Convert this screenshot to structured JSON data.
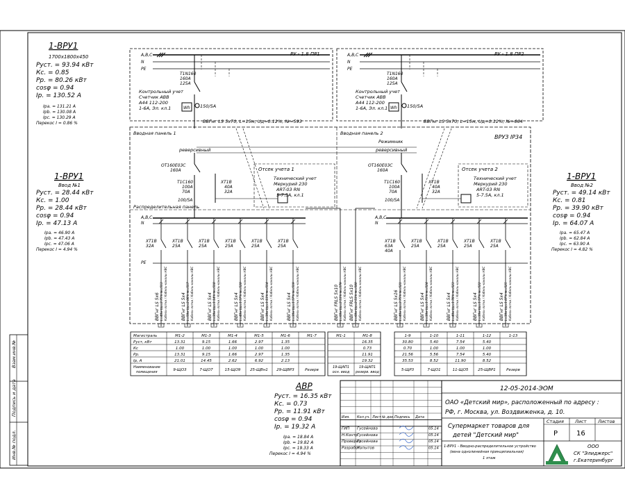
{
  "input1": {
    "title": "1-ВРУ1",
    "size": "1700х1800х450",
    "params": [
      "Руст. = 93.94 кВт",
      "Кс. = 0.85",
      "Рр. = 80.26 кВт",
      "cosφ = 0.94",
      "Iр. = 130.52 А"
    ],
    "phases": [
      "Iрa. = 131.21 А",
      "Iрb. = 130.08 А",
      "Iрc. = 130.29 А",
      "Перекос I = 0.86 %"
    ]
  },
  "left_vvod": {
    "title": "1-ВРУ1",
    "sub": "Ввод №1",
    "params": [
      "Руст. = 28.44 кВт",
      "Кс. = 1.00",
      "Рр. = 28.44 кВт",
      "cosφ = 0.94",
      "Iр. = 47.13 А"
    ],
    "phases": [
      "Iрa. = 46.90 А",
      "Iрb. = 47.43 А",
      "Iрc. = 47.06 А",
      "Перекос I = 4.94 %"
    ]
  },
  "right_vvod": {
    "title": "1-ВРУ1",
    "sub": "Ввод №2",
    "params": [
      "Руст. = 49.14 кВт",
      "Кс. = 0.81",
      "Рр. = 39.90 кВт",
      "cosφ = 0.94",
      "Iр. = 64.07 А"
    ],
    "phases": [
      "Iрa. = 65.47 А",
      "Iрb. = 62.84 А",
      "Iрc. = 63.90 А",
      "Перекос I = 4.82 %"
    ]
  },
  "avr": {
    "title": "АВР",
    "params": [
      "Руст. = 16.35 кВт",
      "Кс. = 0.73",
      "Рр. = 11.91 кВт",
      "cosφ = 0.94",
      "Iр. = 19.32 А"
    ],
    "phases": [
      "Iрa. = 18.84 А",
      "Iрb. = 19.82 А",
      "Iрc. = 19.33 А",
      "Перекос I = 4.94 %"
    ]
  },
  "rp1": {
    "ru": "РУ - 1.8 ПР1",
    "bus": [
      "A,B,C",
      "N",
      "PE"
    ],
    "breaker": [
      "T1N160",
      "160А",
      "125А"
    ],
    "meter": [
      "Контрольный учет",
      "Счетчик ABB",
      "А44 112-200",
      "1-6А, Эл. кл.1"
    ],
    "wh": "Wh",
    "ct": "150/5А",
    "cable": "ВВГнг LS 5х70, L=15м, Uд=0.12%, №=593"
  },
  "rp2": {
    "ru": "РУ - 1.8 ПР2",
    "bus": [
      "A,B,C",
      "N",
      "PE"
    ],
    "breaker": [
      "T1N160",
      "160А",
      "125А"
    ],
    "meter": [
      "Контрольный учет",
      "Счетчик ABB",
      "А44 112-200",
      "1-6А, Эл. кл.1"
    ],
    "wh": "Wh",
    "ct": "150/5А",
    "cable": "ВВГнг LS 5х70, L=15м, Uд=0.12%, №=664"
  },
  "panel": {
    "vvod1": "Вводная панель 1",
    "vvod2": "Вводная панель 2",
    "vru": "ВРУЗ IP34",
    "mode": "Режимник",
    "rev": "реверсивный",
    "dist": "Распределительная панель",
    "ot1": [
      "OT160E03C",
      "160А"
    ],
    "ot2": [
      "OT160E03C",
      "160А"
    ],
    "t1": [
      "T1C160",
      "100А",
      "70А"
    ],
    "t2": [
      "T1C160",
      "100А",
      "70А"
    ],
    "x1": [
      "XT1B",
      "40А",
      "32А"
    ],
    "x2": [
      "XT1B",
      "40А",
      "32А"
    ],
    "otsek1": "Отсек учета 1",
    "otsek2": "Отсек учета 2",
    "tech": [
      "Технический учет",
      "Меркурий 230",
      "ART-03 RN",
      "5-7.5А, кл.1"
    ],
    "ct1": "100/5А",
    "ct2": "100/5А",
    "bus_left": [
      "A,B,C",
      "N"
    ],
    "bus_right": [
      "A,B,C",
      "N"
    ],
    "pe": "PE"
  },
  "left_breakers": [
    [
      "XT1B",
      "32А"
    ],
    [
      "XT1B",
      "25А"
    ],
    [
      "XT1B",
      "25А"
    ],
    [
      "XT1B",
      "25А"
    ],
    [
      "XT1B",
      "25А"
    ],
    [
      "XT1B",
      "25А"
    ]
  ],
  "right_breakers": [
    [
      "XT1B",
      "63А",
      "40А"
    ],
    [
      "XT1B",
      "25А"
    ],
    [
      "XT1B",
      "25А"
    ],
    [
      "XT1B",
      "25А"
    ],
    [
      "XT1B",
      "25А"
    ]
  ],
  "left_cables": [
    [
      "ВВГнг LS 5х6",
      "L=40м Uд=2.75% №=513",
      "Кабель-лотки / Кабель-каналы НВС"
    ],
    [
      "ВВГнг LS 5х4",
      "L=50м Uд=2.08% №=517",
      "Кабель-лотки / Кабель-каналы НВС"
    ],
    [
      "ВВГнг LS 5х4",
      "L=30м Uд=1.14% №=518",
      "Кабель-лотки / Кабель-каналы НВС"
    ],
    [
      "ВВГнг LS 5х4",
      "L=40м Uд=1.57% №=520",
      "Кабель-лотки / Кабель-каналы НВС"
    ],
    [
      "ВВГнг LS 5х4",
      "L=30м Uд=1.13% №=514",
      "Кабель-лотки / Кабель-каналы НВС"
    ],
    [
      "ВВГнг LS 5х4",
      "L=30м Uд=1.57% №=519",
      "Кабель-лотки / Кабель-каналы НВС"
    ]
  ],
  "avr_cables": [
    [
      "ВВГнг FRLS 5х10",
      "L=60м Uд=2.53% №=579",
      "Кабель-лотки / Кабель-каналы НВС"
    ],
    [
      "ВВГнг FRLS 5х10",
      "L=60м Uд=2.53% №=580",
      "Кабель-лотки / Кабель-каналы НВС"
    ]
  ],
  "right_cables": [
    [
      "ВВГнг LS 5х16",
      "L=40м Uд=2.75% №=521",
      "Кабель-лотки / Кабель-каналы НВС"
    ],
    [
      "ВВГнг LS 5х4",
      "L=30м Uд=1.71% №=524",
      "Кабель-лотки / Кабель-каналы НВС"
    ],
    [
      "ВВГнг LS 5х4",
      "L=40м Uд=1.78% №=523",
      "Кабель-лотки / Кабель-каналы НВС"
    ],
    [
      "ВВГнг LS 5х4",
      "L=30м Uд=1.57% №=522",
      "Кабель-лотки / Кабель-каналы НВС"
    ],
    [
      "ВВГнг LS 5х4",
      "L=30м Uд=1.07% №=525",
      "Кабель-лотки / Кабель-каналы НВС"
    ]
  ],
  "table": {
    "row_labels": [
      "Магистраль",
      "Руст, кВт",
      "Кс",
      "Рр.",
      "Iр, А",
      "Наименование помещения"
    ],
    "left": [
      [
        "М1-2",
        "13.31",
        "1.00",
        "13.31",
        "21.01",
        "9-ЩО3"
      ],
      [
        "М1-3",
        "9.15",
        "1.00",
        "9.15",
        "14.45",
        "7-ЩО7"
      ],
      [
        "М1-4",
        "1.66",
        "1.00",
        "1.66",
        "2.62",
        "15-ЩО9"
      ],
      [
        "М1-5",
        "2.97",
        "1.00",
        "2.97",
        "6.92",
        "25-ЩВн1"
      ],
      [
        "М1-6",
        "1.35",
        "1.00",
        "1.35",
        "2.13",
        "29-ЩВР3"
      ],
      [
        "М1-7",
        "",
        "",
        "",
        "",
        "Резерв"
      ]
    ],
    "avr": [
      [
        "М1-1",
        "",
        "",
        "",
        "",
        "19-ЩАП1 осн. ввод"
      ],
      [
        "М1-8",
        "16.35",
        "0.73",
        "11.91",
        "19.32",
        "19-ЩАП1 резерв. ввод"
      ]
    ],
    "right": [
      [
        "1-9",
        "30.80",
        "0.70",
        "21.56",
        "35.53",
        "5-ЩР3"
      ],
      [
        "1-10",
        "5.40",
        "1.00",
        "5.56",
        "8.52",
        "7-ЩО1"
      ],
      [
        "1-11",
        "7.54",
        "1.00",
        "7.54",
        "11.90",
        "11-ЩО5"
      ],
      [
        "1-12",
        "5.40",
        "1.00",
        "5.40",
        "8.52",
        "25-ЩВР1"
      ],
      [
        "1-13",
        "",
        "",
        "",
        "",
        "Резерв"
      ]
    ]
  },
  "side_stamp": [
    "Взам.инв.№",
    "Подпись и дата",
    "Инв.№ подл."
  ],
  "title_block": {
    "code": "12-05-2014-ЭОМ",
    "org": [
      "ОАО «Детский мир», расположенный по адресу :",
      "РФ, г. Москва, ул. Воздвиженка, д. 10."
    ],
    "project": [
      "Супермаркет товаров для",
      "детей \"Детский мир\""
    ],
    "sheet_title": [
      "1-ВРУ1 - Вводно-распределительное устройство",
      "(вена однолинейная принципиальная)",
      "1 этаж"
    ],
    "stage_h": "Стадия",
    "sheet_h": "Лист",
    "sheets_h": "Листов",
    "stage": "Р",
    "sheet": "16",
    "sheets": "",
    "col_heads": [
      "Изм.",
      "Кол.уч.",
      "Лист",
      "№ док.",
      "Подпись",
      "Дата"
    ],
    "people": [
      [
        "ГИП",
        "Гусейнова",
        "05.14"
      ],
      [
        "Н.Контр.",
        "Гусейнова",
        "05.14"
      ],
      [
        "Проверил",
        "Гусейнова",
        "05.14"
      ],
      [
        "Разработ.",
        "Копытов",
        "05.14"
      ]
    ],
    "company": [
      "ООО",
      "СК \"Элиджерс\"",
      "г.Екатеринбург"
    ],
    "logo": "ЭЛИДЖЕРС"
  }
}
